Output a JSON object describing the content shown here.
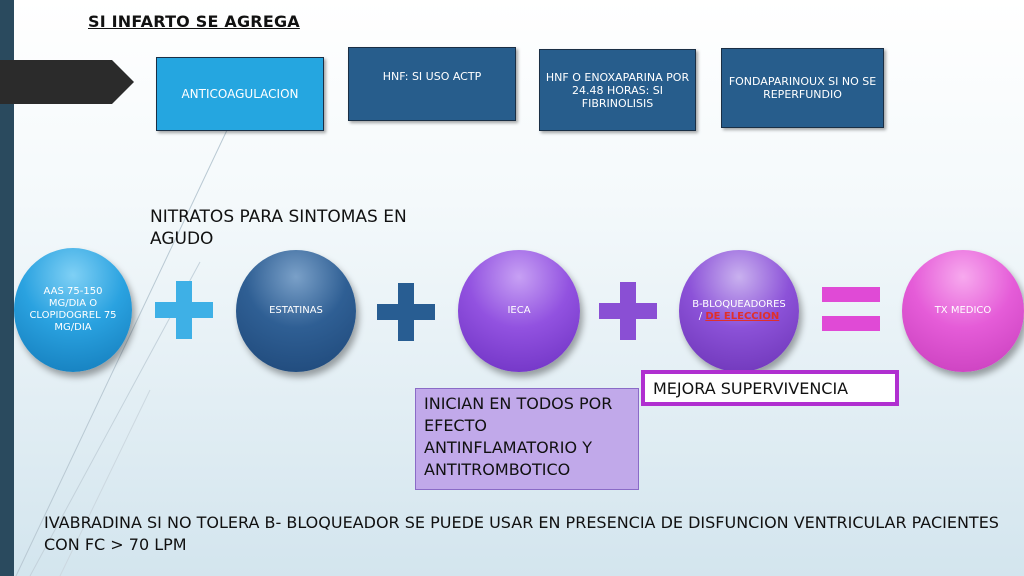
{
  "title": "SI INFARTO SE AGREGA",
  "anticoag": {
    "label": "ANTICOAGULACION",
    "hnf": "HNF: SI USO ACTP",
    "enox": "HNF O ENOXAPARINA POR 24.48 HORAS: SI FIBRINOLISIS",
    "fonda": "FONDAPARINOUX SI NO SE REPERFUNDIO"
  },
  "nitratos": "NITRATOS PARA SINTOMAS EN AGUDO",
  "circles": {
    "aas": "AAS 75-150 MG/DIA O CLOPIDOGREL 75 MG/DIA",
    "estatinas": "ESTATINAS",
    "ieca": "IECA",
    "bbloq": "B-BLOQUEADORES",
    "bbloq_slash": "/ ",
    "bbloq_link": "DE ELECCION",
    "tx": "TX MEDICO"
  },
  "mejora": "MEJORA SUPERVIVENCIA",
  "inician": "INICIAN EN TODOS POR EFECTO ANTINFLAMATORIO Y ANTITROMBOTICO",
  "bottom": "IVABRADINA SI NO TOLERA B- BLOQUEADOR SE PUEDE USAR EN PRESENCIA DE DISFUNCION VENTRICULAR PACIENTES CON FC > 70 LPM",
  "colors": {
    "light_blue": "#25a6e0",
    "dark_blue": "#275d8c",
    "purple": "#8a4fd4",
    "magenta": "#e04ad6",
    "lavender": "#c1a9ea",
    "link_red": "#e0302a"
  }
}
